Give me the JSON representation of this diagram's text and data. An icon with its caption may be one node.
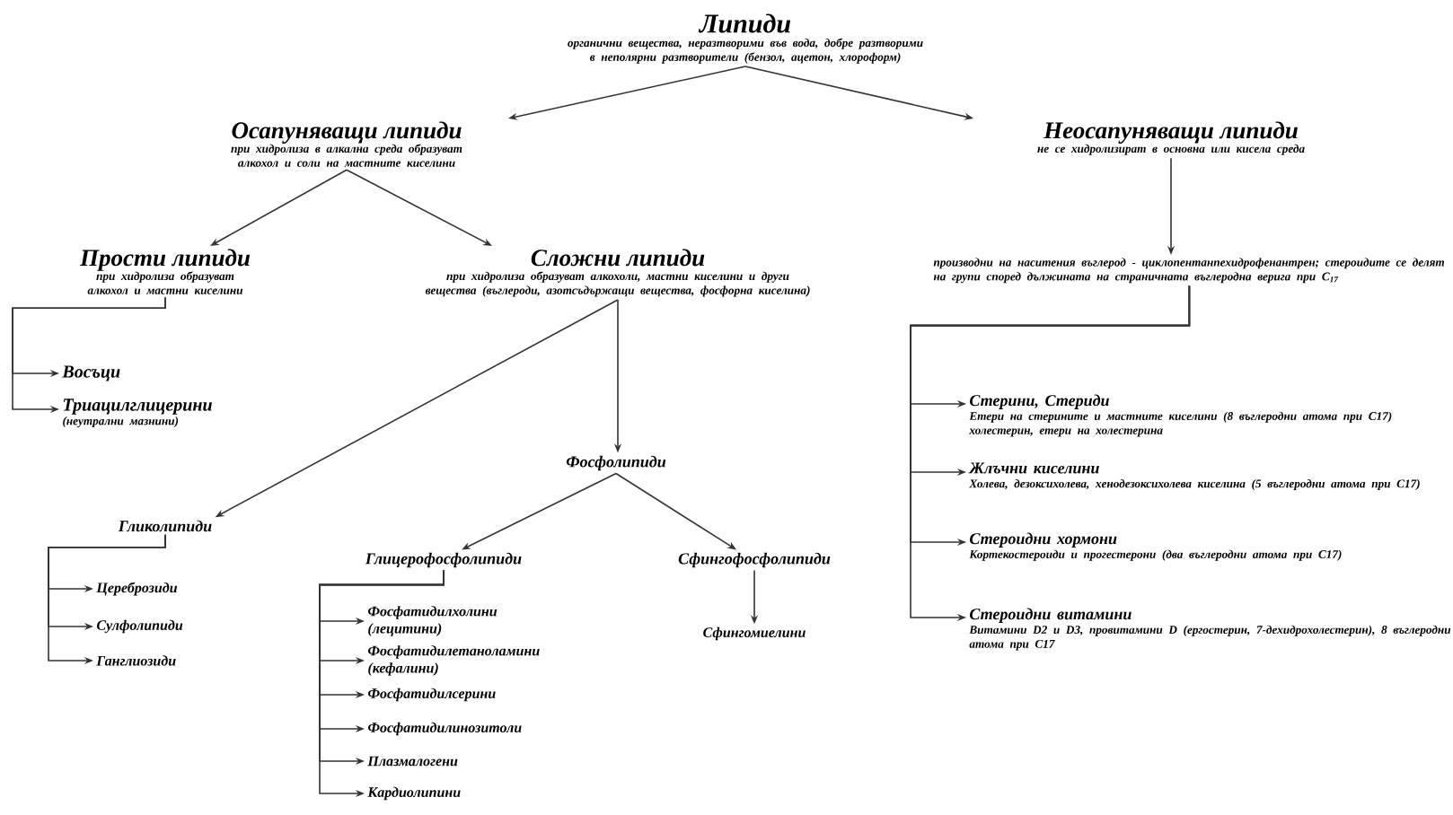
{
  "diagram": {
    "nodes": [
      {
        "text": [
          "Липиди",
          "органични вещества, неразтворими във вода, добре разтворими в неполярни разтворители (бензол, ацетон, хлороформ)"
        ]
      },
      {
        "text": [
          "Осапуняващи липиди",
          "при хидролиза в алкална среда образуват алкохол и соли на мастните киселини"
        ]
      },
      {
        "text": [
          "Неосапуняващи липиди",
          "не се хидролизират в основна или кисела среда"
        ]
      },
      {
        "text": [
          "Прости липиди",
          "при хидролиза образуват алкохол и мастни киселини"
        ]
      },
      {
        "text": [
          "Сложни липиди",
          "при хидролиза образуват алкохоли, мастни киселини и други вещества (въглероди, азотсъдържащи вещества, фосфорна киселина)"
        ]
      },
      {
        "text": [
          "Восъци"
        ]
      },
      {
        "text": [
          "Триацилглицерини",
          "(неутрални мазнини)"
        ]
      },
      {
        "text": [
          "производни на наситения въглерод - циклопентанпехидрофенантрен; стероидите се делят на групи според дължината на страничната въглеродна верига при C$_{17}$"
        ]
      },
      {
        "text": [
          "Стерини, Стериди",
          "Етери на стерините и мастните киселини (8 въглеродни атома при C17) холестерин, етери на холестерина"
        ]
      },
      {
        "text": [
          "Жлъчни киселини",
          "Холева, дезоксихолева, хенодезоксихолева киселина (5 въглеродни атома при C17)"
        ]
      },
      {
        "text": [
          "Стероидни хормони",
          "Кортекостероиди и прогестерони (два въглеродни атома при C17)"
        ]
      },
      {
        "text": [
          "Стероидни витамини",
          "Витамини D2 и D3, провитамини D (ергостерин, 7-дехидрохолестерин), 8 въглеродни атома при C17"
        ]
      },
      {
        "text": [
          "Фосфолипиди"
        ]
      },
      {
        "text": [
          "Гликолипиди"
        ]
      },
      {
        "text": [
          "Цереброзиди"
        ]
      },
      {
        "text": [
          "Сулфолипиди"
        ]
      },
      {
        "text": [
          "Ганглиозиди"
        ]
      },
      {
        "text": [
          "Глицерофосфолипиди"
        ]
      },
      {
        "text": [
          "Сфингофосфолипиди"
        ]
      },
      {
        "text": [
          "Фосфатидилхолини (лецитини)"
        ]
      },
      {
        "text": [
          "Фосфатидилетаноламини (кефалини)"
        ]
      },
      {
        "text": [
          "Фосфатидилсерини"
        ]
      },
      {
        "text": [
          "Фосфатидилинозитоли"
        ]
      },
      {
        "text": [
          "Плазмалогени"
        ]
      },
      {
        "text": [
          "Кардиолипини"
        ]
      },
      {
        "text": [
          "Сфингомиелини"
        ]
      }
    ],
    "edges": [
      {
        "from": 0,
        "to": 1,
        "arrow": "to"
      },
      {
        "from": 0,
        "to": 2,
        "arrow": "to"
      },
      {
        "from": 1,
        "to": 3,
        "arrow": "to"
      },
      {
        "from": 1,
        "to": 4,
        "arrow": "to"
      },
      {
        "from": 2,
        "to": 7,
        "arrow": "to"
      },
      {
        "from": 3,
        "to": 5,
        "arrow": "to"
      },
      {
        "from": 3,
        "to": 6,
        "arrow": "to"
      },
      {
        "from": 7,
        "to": 8,
        "arrow": "to"
      },
      {
        "from": 7,
        "to": 9,
        "arrow": "to"
      },
      {
        "from": 7,
        "to": 10,
        "arrow": "to"
      },
      {
        "from": 7,
        "to": 11,
        "arrow": "to"
      },
      {
        "from": 4,
        "to": 13,
        "arrow": "to"
      },
      {
        "from": 4,
        "to": 12,
        "arrow": "to"
      },
      {
        "from": 13,
        "to": 14,
        "arrow": "to"
      },
      {
        "from": 13,
        "to": 15,
        "arrow": "to"
      },
      {
        "from": 13,
        "to": 16,
        "arrow": "to"
      },
      {
        "from": 12,
        "to": 17,
        "arrow": "to"
      },
      {
        "from": 12,
        "to": 18,
        "arrow": "to"
      },
      {
        "from": 17,
        "to": 19,
        "arrow": "to"
      },
      {
        "from": 17,
        "to": 20,
        "arrow": "to"
      },
      {
        "from": 17,
        "to": 21,
        "arrow": "to"
      },
      {
        "from": 17,
        "to": 22,
        "arrow": "to"
      },
      {
        "from": 17,
        "to": 23,
        "arrow": "to"
      },
      {
        "from": 17,
        "to": 24,
        "arrow": "to"
      },
      {
        "from": 18,
        "to": 25,
        "arrow": "to"
      }
    ]
  }
}
